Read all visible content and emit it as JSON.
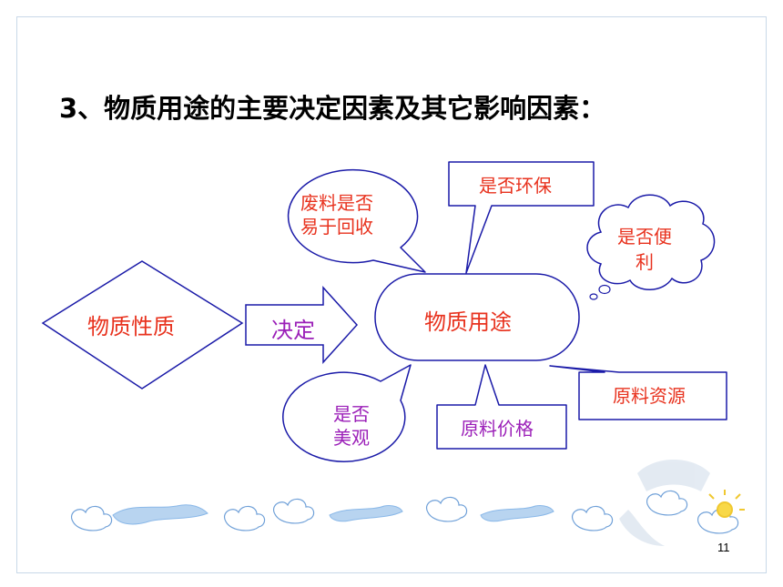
{
  "slide": {
    "title": "3、物质用途的主要决定因素及其它影响因素：",
    "page_number": "11"
  },
  "diagram": {
    "property": "物质性质",
    "arrow_label": "决定",
    "center": "物质用途",
    "factors": {
      "waste_recycle": [
        "废料是否",
        "易于回收"
      ],
      "eco_friendly": "是否环保",
      "convenient": [
        "是否便",
        "利"
      ],
      "raw_material": "原料资源",
      "price": "原料价格",
      "appearance": [
        "是否",
        "美观"
      ]
    }
  },
  "colors": {
    "red_text": "#e8321e",
    "purple_text": "#9b1fb8",
    "outline": "#1a1aa8",
    "frame": "#c8d8e8",
    "cloud_blue": "#8ab8e8"
  }
}
